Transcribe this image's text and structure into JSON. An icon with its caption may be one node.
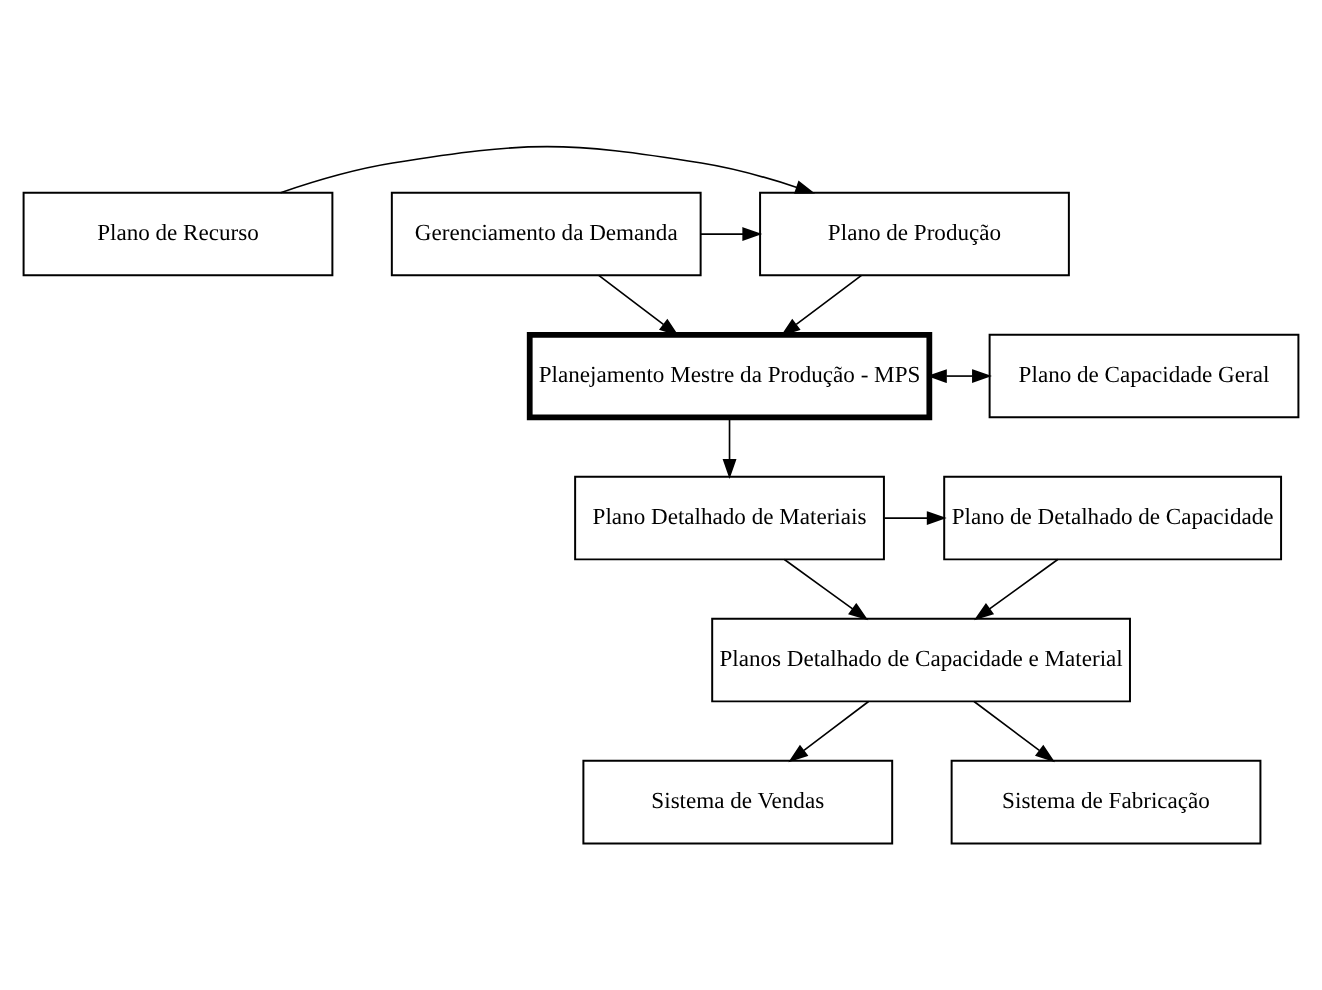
{
  "diagram": {
    "nodes": [
      {
        "text": [
          "Plano de Recurso"
        ]
      },
      {
        "text": [
          "Plano de Produção"
        ]
      },
      {
        "text": [
          "Gerenciamento da Demanda"
        ]
      },
      {
        "text": [
          "Planejamento Mestre da Produção - MPS"
        ]
      },
      {
        "text": [
          "Plano de Capacidade Geral"
        ]
      },
      {
        "text": [
          "Plano Detalhado de Materiais"
        ]
      },
      {
        "text": [
          "Plano de Detalhado de Capacidade"
        ]
      },
      {
        "text": [
          "Planos Detalhado de Capacidade e Material"
        ]
      },
      {
        "text": [
          "Sistema de Vendas"
        ]
      },
      {
        "text": [
          "Sistema de Fabricação"
        ]
      }
    ],
    "edges": [
      {
        "from": 0,
        "to": 1,
        "arrow": "to"
      },
      {
        "from": 2,
        "to": 1,
        "arrow": "to"
      },
      {
        "from": 1,
        "to": 3,
        "arrow": "to"
      },
      {
        "from": 2,
        "to": 3,
        "arrow": "to"
      },
      {
        "from": 3,
        "to": 4,
        "arrow": "both"
      },
      {
        "from": 3,
        "to": 5,
        "arrow": "to"
      },
      {
        "from": 5,
        "to": 6,
        "arrow": "to"
      },
      {
        "from": 5,
        "to": 7,
        "arrow": "to"
      },
      {
        "from": 6,
        "to": 7,
        "arrow": "to"
      },
      {
        "from": 7,
        "to": 8,
        "arrow": "to"
      },
      {
        "from": 7,
        "to": 9,
        "arrow": "to"
      }
    ]
  }
}
